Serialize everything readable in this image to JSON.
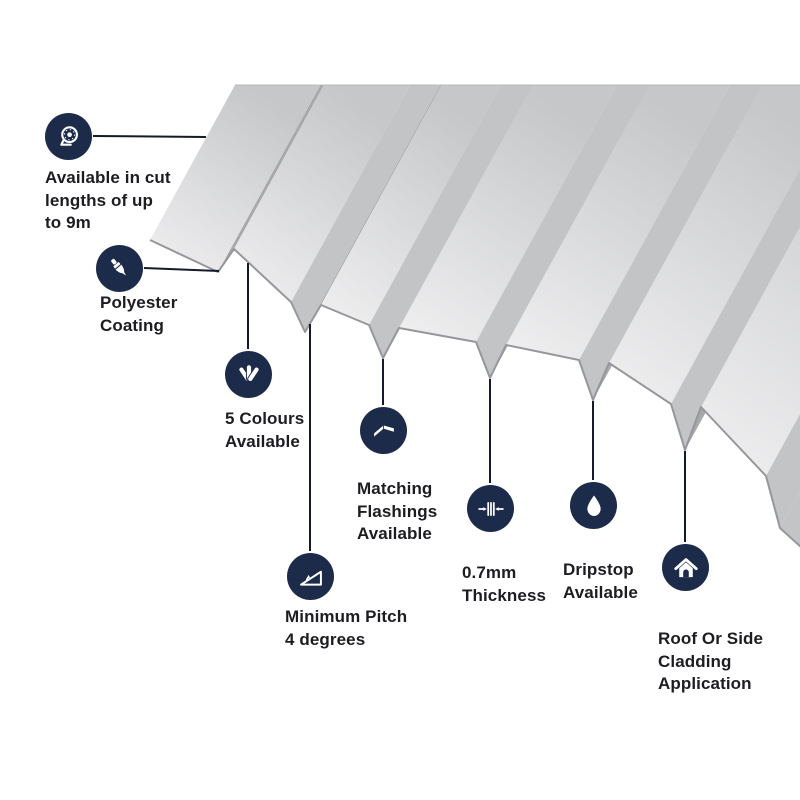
{
  "colors": {
    "accent": "#1c2b4a",
    "text": "#1c1c22",
    "line": "#141a2a",
    "sheet_mid": "#c3c4c6",
    "sheet_dark": "#a8a8ab",
    "sheet_edge": "#96979b"
  },
  "features": [
    {
      "icon": "tape-measure-icon",
      "label": "Available in cut\nlengths of up\nto 9m"
    },
    {
      "icon": "paintbrush-icon",
      "label": "Polyester\nCoating"
    },
    {
      "icon": "colour-swatch-fan-icon",
      "label": "5 Colours\nAvailable"
    },
    {
      "icon": "flashing-sheet-icon",
      "label": "Matching\nFlashings\nAvailable"
    },
    {
      "icon": "pitch-angle-icon",
      "label": "Minimum Pitch\n4 degrees"
    },
    {
      "icon": "thickness-gauge-icon",
      "label": "0.7mm\nThickness"
    },
    {
      "icon": "water-droplet-icon",
      "label": "Dripstop\nAvailable"
    },
    {
      "icon": "house-icon",
      "label": "Roof Or Side\nCladding\nApplication"
    }
  ]
}
